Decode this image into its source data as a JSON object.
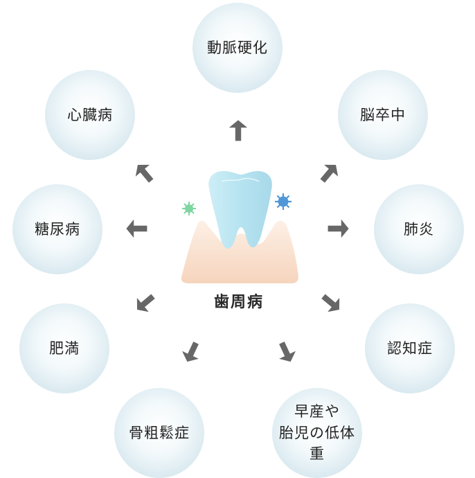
{
  "center": {
    "label": "歯周病"
  },
  "nodes": {
    "arterio": "動脈硬化",
    "heart": "心臓病",
    "stroke": "脳卒中",
    "diabetes": "糖尿病",
    "lung": "肺炎",
    "obesity": "肥満",
    "dementia": "認知症",
    "osteo": "骨粗鬆症",
    "preterm_1": "早産や",
    "preterm_2": "胎児の低体重"
  },
  "colors": {
    "arrow": "#676767",
    "gum": "#f8dcc8",
    "tooth": "#bfe7f2",
    "germ_green": "#7fd6a0",
    "germ_blue": "#4f97d6"
  }
}
